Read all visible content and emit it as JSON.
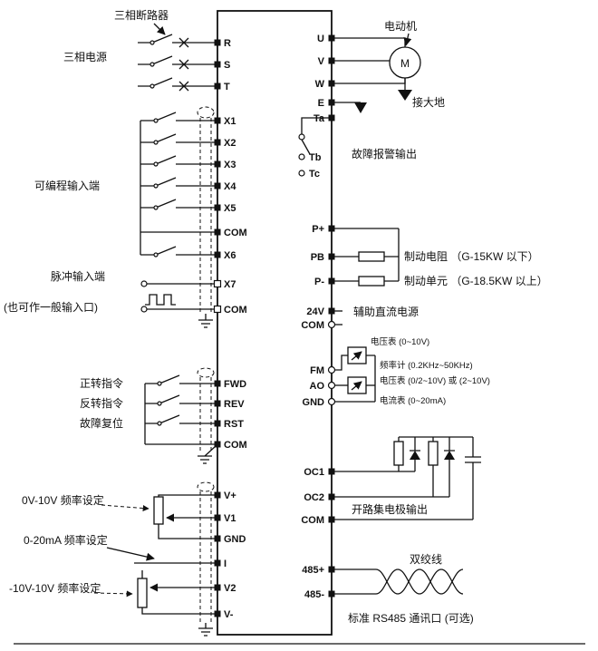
{
  "colors": {
    "ink": "#111111",
    "paper": "#ffffff"
  },
  "left": {
    "breaker": "三相断路器",
    "power": "三相电源",
    "programmable_inputs": "可编程输入端",
    "pulse_input": "脉冲输入端",
    "pulse_input_note": "(也可作一般输入口)",
    "forward": "正转指令",
    "reverse": "反转指令",
    "fault_reset": "故障复位",
    "freq_set_0_10v": "0V-10V 频率设定",
    "freq_set_0_20ma": "0-20mA 频率设定",
    "freq_set_pm10v": "-10V-10V 频率设定"
  },
  "right": {
    "motor": "电动机",
    "motor_m": "M",
    "earth": "接大地",
    "fault_alarm": "故障报警输出",
    "brake_resistor": "制动电阻 （G-15KW 以下）",
    "brake_unit": "制动单元 （G-18.5KW 以上）",
    "aux_dc": "辅助直流电源",
    "meter_volt1": "电压表 (0~10V)",
    "meter_freq": "频率计 (0.2KHz~50KHz)",
    "meter_volt2": "电压表 (0/2~10V) 或 (2~10V)",
    "meter_amp": "电流表 (0~20mA)",
    "open_collector": "开路集电极输出",
    "twisted_pair": "双绞线",
    "rs485": "标准 RS485 通讯口 (可选)"
  },
  "terminals": {
    "left": [
      "R",
      "S",
      "T",
      "X1",
      "X2",
      "X3",
      "X4",
      "X5",
      "COM",
      "X6",
      "X7",
      "COM",
      "FWD",
      "REV",
      "RST",
      "COM",
      "V+",
      "V1",
      "GND",
      "I",
      "V2",
      "V-"
    ],
    "right": [
      "U",
      "V",
      "W",
      "E",
      "Ta",
      "Tb",
      "Tc",
      "P+",
      "PB",
      "P-",
      "24V",
      "COM",
      "FM",
      "AO",
      "GND",
      "OC1",
      "OC2",
      "COM",
      "485+",
      "485-"
    ]
  }
}
